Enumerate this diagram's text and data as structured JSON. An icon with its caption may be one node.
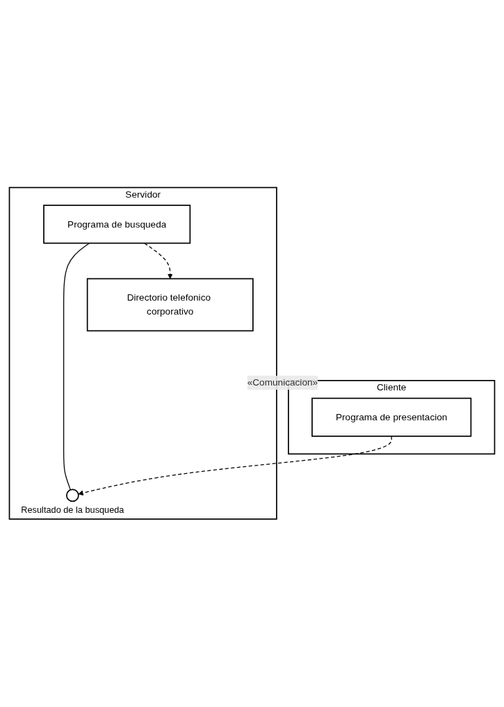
{
  "diagram": {
    "nodes": [
      {
        "text": [
          "Servidor"
        ]
      },
      {
        "text": [
          "Directorio telefonico corporativo"
        ],
        "in": 0
      },
      {
        "text": [
          "Programa de busqueda"
        ],
        "in": 0
      },
      {
        "text": [],
        "shape": "circle",
        "beside": [
          "Resultado de la busqueda"
        ],
        "in": 0
      },
      {
        "text": [
          "Cliente"
        ]
      },
      {
        "text": [
          "Programa de presentacion"
        ],
        "in": 4
      }
    ],
    "edges": [
      {
        "from": 2,
        "to": 1,
        "arrow": "to",
        "style": "dashed"
      },
      {
        "from": 2,
        "to": 3,
        "arrow": "none"
      },
      {
        "from": 0,
        "to": 4,
        "arrow": "none",
        "label": "«Comunicacion»"
      },
      {
        "from": 5,
        "to": 3,
        "arrow": "to",
        "style": "dashed"
      }
    ]
  }
}
